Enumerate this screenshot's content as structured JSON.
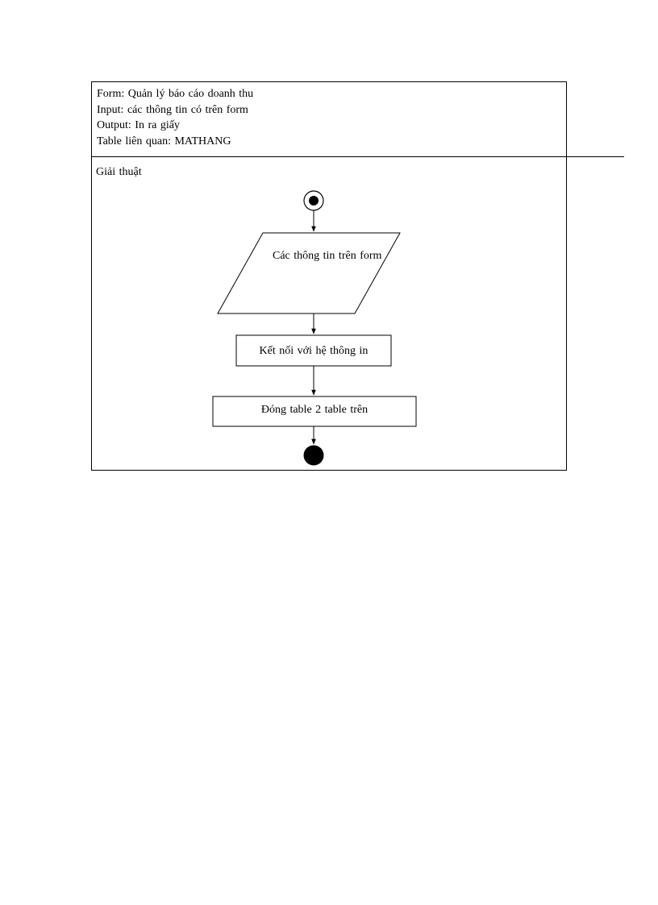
{
  "header": {
    "form_line": "Form: Quản lý báo cáo doanh thu",
    "input_line": "Input: các thông tin có trên form",
    "output_line": "Output: In ra giấy",
    "table_line": "Table liên quan: MATHANG"
  },
  "algorithm": {
    "title": "Giải thuật"
  },
  "flowchart": {
    "input_node": "Các thông tin trên form",
    "connect_node": "Kết nối với hệ thông in",
    "close_node": "Đóng table 2 table trên"
  }
}
